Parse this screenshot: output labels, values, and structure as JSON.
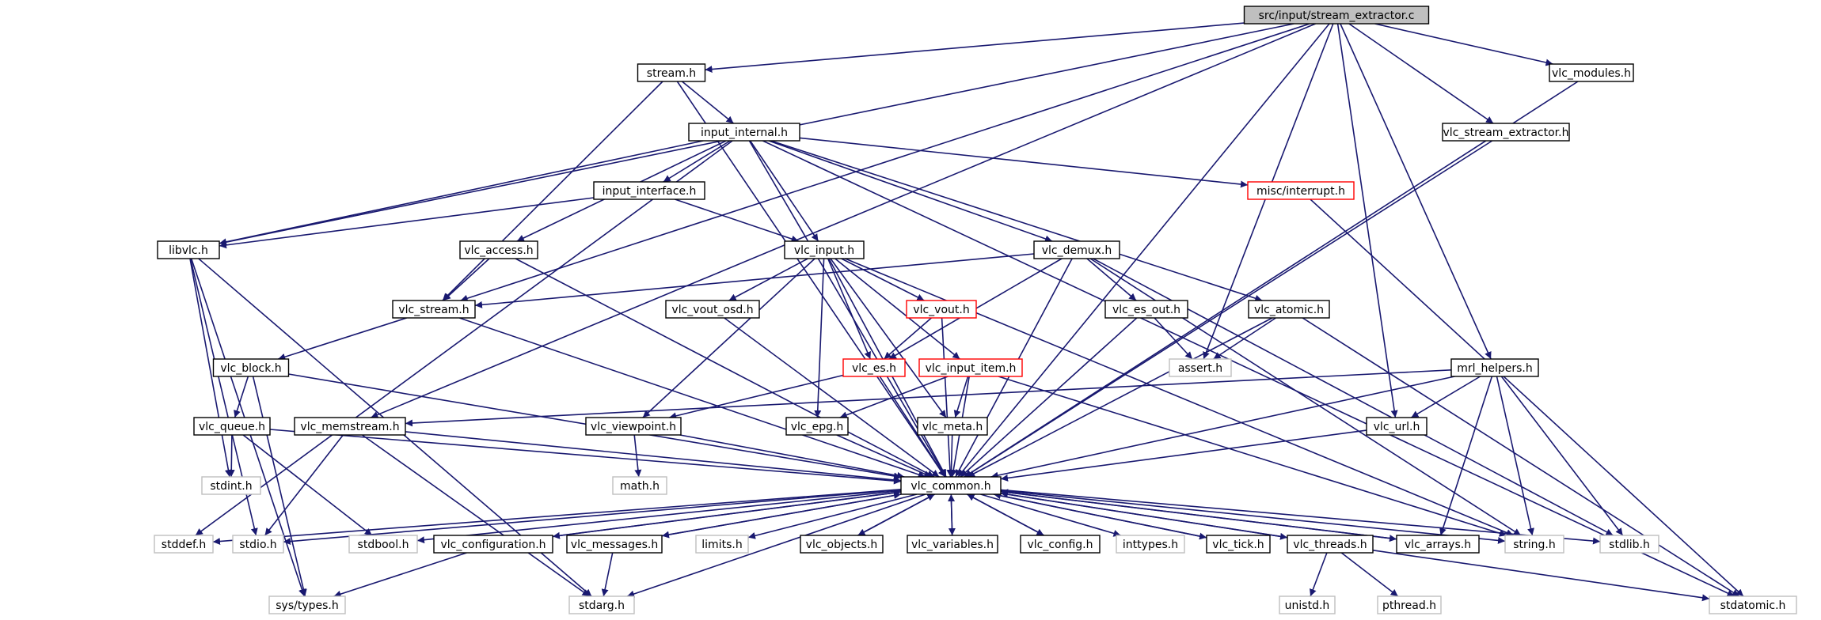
{
  "diagram": {
    "title": "src/input/stream_extractor.c",
    "nodes": [
      {
        "id": "root",
        "label": "src/input/stream_extractor.c",
        "style": "root"
      },
      {
        "id": "stream",
        "label": "stream.h",
        "style": "normal"
      },
      {
        "id": "vlc_modules",
        "label": "vlc_modules.h",
        "style": "normal"
      },
      {
        "id": "input_internal",
        "label": "input_internal.h",
        "style": "normal"
      },
      {
        "id": "vlc_stream_extractor",
        "label": "vlc_stream_extractor.h",
        "style": "normal"
      },
      {
        "id": "input_interface",
        "label": "input_interface.h",
        "style": "normal"
      },
      {
        "id": "misc_interrupt",
        "label": "misc/interrupt.h",
        "style": "missing"
      },
      {
        "id": "libvlc",
        "label": "libvlc.h",
        "style": "normal"
      },
      {
        "id": "vlc_access",
        "label": "vlc_access.h",
        "style": "normal"
      },
      {
        "id": "vlc_input",
        "label": "vlc_input.h",
        "style": "normal"
      },
      {
        "id": "vlc_demux",
        "label": "vlc_demux.h",
        "style": "normal"
      },
      {
        "id": "vlc_stream",
        "label": "vlc_stream.h",
        "style": "normal"
      },
      {
        "id": "vlc_vout_osd",
        "label": "vlc_vout_osd.h",
        "style": "normal"
      },
      {
        "id": "vlc_vout",
        "label": "vlc_vout.h",
        "style": "missing"
      },
      {
        "id": "vlc_es_out",
        "label": "vlc_es_out.h",
        "style": "normal"
      },
      {
        "id": "vlc_atomic",
        "label": "vlc_atomic.h",
        "style": "normal"
      },
      {
        "id": "vlc_block",
        "label": "vlc_block.h",
        "style": "normal"
      },
      {
        "id": "vlc_es",
        "label": "vlc_es.h",
        "style": "missing"
      },
      {
        "id": "vlc_input_item",
        "label": "vlc_input_item.h",
        "style": "missing"
      },
      {
        "id": "assert",
        "label": "assert.h",
        "style": "system"
      },
      {
        "id": "mrl_helpers",
        "label": "mrl_helpers.h",
        "style": "normal"
      },
      {
        "id": "vlc_queue",
        "label": "vlc_queue.h",
        "style": "normal"
      },
      {
        "id": "vlc_memstream",
        "label": "vlc_memstream.h",
        "style": "normal"
      },
      {
        "id": "vlc_viewpoint",
        "label": "vlc_viewpoint.h",
        "style": "normal"
      },
      {
        "id": "vlc_epg",
        "label": "vlc_epg.h",
        "style": "normal"
      },
      {
        "id": "vlc_meta",
        "label": "vlc_meta.h",
        "style": "normal"
      },
      {
        "id": "vlc_url",
        "label": "vlc_url.h",
        "style": "normal"
      },
      {
        "id": "stdint",
        "label": "stdint.h",
        "style": "system"
      },
      {
        "id": "math",
        "label": "math.h",
        "style": "system"
      },
      {
        "id": "vlc_common",
        "label": "vlc_common.h",
        "style": "normal"
      },
      {
        "id": "stddef",
        "label": "stddef.h",
        "style": "system"
      },
      {
        "id": "stdio",
        "label": "stdio.h",
        "style": "system"
      },
      {
        "id": "stdbool",
        "label": "stdbool.h",
        "style": "system"
      },
      {
        "id": "vlc_configuration",
        "label": "vlc_configuration.h",
        "style": "normal"
      },
      {
        "id": "vlc_messages",
        "label": "vlc_messages.h",
        "style": "normal"
      },
      {
        "id": "limits",
        "label": "limits.h",
        "style": "system"
      },
      {
        "id": "vlc_objects",
        "label": "vlc_objects.h",
        "style": "normal"
      },
      {
        "id": "vlc_variables",
        "label": "vlc_variables.h",
        "style": "normal"
      },
      {
        "id": "vlc_config",
        "label": "vlc_config.h",
        "style": "normal"
      },
      {
        "id": "inttypes",
        "label": "inttypes.h",
        "style": "system"
      },
      {
        "id": "vlc_tick",
        "label": "vlc_tick.h",
        "style": "normal"
      },
      {
        "id": "vlc_threads",
        "label": "vlc_threads.h",
        "style": "normal"
      },
      {
        "id": "vlc_arrays",
        "label": "vlc_arrays.h",
        "style": "normal"
      },
      {
        "id": "string",
        "label": "string.h",
        "style": "system"
      },
      {
        "id": "stdlib",
        "label": "stdlib.h",
        "style": "system"
      },
      {
        "id": "sys_types",
        "label": "sys/types.h",
        "style": "system"
      },
      {
        "id": "stdarg",
        "label": "stdarg.h",
        "style": "system"
      },
      {
        "id": "unistd",
        "label": "unistd.h",
        "style": "system"
      },
      {
        "id": "pthread",
        "label": "pthread.h",
        "style": "system"
      },
      {
        "id": "stdatomic",
        "label": "stdatomic.h",
        "style": "system"
      }
    ],
    "edges": [
      [
        "root",
        "stream"
      ],
      [
        "root",
        "vlc_modules"
      ],
      [
        "root",
        "vlc_stream_extractor"
      ],
      [
        "root",
        "libvlc"
      ],
      [
        "root",
        "vlc_stream"
      ],
      [
        "root",
        "vlc_memstream"
      ],
      [
        "root",
        "assert"
      ],
      [
        "root",
        "vlc_common"
      ],
      [
        "root",
        "vlc_url"
      ],
      [
        "root",
        "mrl_helpers"
      ],
      [
        "stream",
        "input_internal"
      ],
      [
        "stream",
        "vlc_stream"
      ],
      [
        "stream",
        "vlc_common"
      ],
      [
        "vlc_modules",
        "vlc_common"
      ],
      [
        "vlc_stream_extractor",
        "vlc_common"
      ],
      [
        "input_internal",
        "input_interface"
      ],
      [
        "input_internal",
        "misc_interrupt"
      ],
      [
        "input_internal",
        "libvlc"
      ],
      [
        "input_internal",
        "vlc_access"
      ],
      [
        "input_internal",
        "vlc_input"
      ],
      [
        "input_internal",
        "vlc_demux"
      ],
      [
        "input_internal",
        "vlc_atomic"
      ],
      [
        "input_internal",
        "vlc_common"
      ],
      [
        "input_internal",
        "stddef"
      ],
      [
        "input_internal",
        "stdatomic"
      ],
      [
        "input_interface",
        "vlc_input"
      ],
      [
        "input_interface",
        "libvlc"
      ],
      [
        "misc_interrupt",
        "stdatomic"
      ],
      [
        "libvlc",
        "stdint"
      ],
      [
        "libvlc",
        "stdio"
      ],
      [
        "libvlc",
        "stdarg"
      ],
      [
        "libvlc",
        "sys_types"
      ],
      [
        "vlc_access",
        "vlc_stream"
      ],
      [
        "vlc_access",
        "vlc_common"
      ],
      [
        "vlc_input",
        "vlc_vout_osd"
      ],
      [
        "vlc_input",
        "vlc_vout"
      ],
      [
        "vlc_input",
        "vlc_es"
      ],
      [
        "vlc_input",
        "vlc_input_item"
      ],
      [
        "vlc_input",
        "vlc_epg"
      ],
      [
        "vlc_input",
        "vlc_meta"
      ],
      [
        "vlc_input",
        "vlc_viewpoint"
      ],
      [
        "vlc_input",
        "vlc_common"
      ],
      [
        "vlc_input",
        "string"
      ],
      [
        "vlc_demux",
        "vlc_es_out"
      ],
      [
        "vlc_demux",
        "vlc_es"
      ],
      [
        "vlc_demux",
        "vlc_stream"
      ],
      [
        "vlc_demux",
        "vlc_common"
      ],
      [
        "vlc_demux",
        "stdlib"
      ],
      [
        "vlc_demux",
        "string"
      ],
      [
        "vlc_stream",
        "vlc_block"
      ],
      [
        "vlc_stream",
        "vlc_common"
      ],
      [
        "vlc_vout_osd",
        "vlc_common"
      ],
      [
        "vlc_vout",
        "vlc_es"
      ],
      [
        "vlc_vout",
        "vlc_common"
      ],
      [
        "vlc_es_out",
        "assert"
      ],
      [
        "vlc_es_out",
        "vlc_common"
      ],
      [
        "vlc_atomic",
        "assert"
      ],
      [
        "vlc_atomic",
        "stdatomic"
      ],
      [
        "vlc_atomic",
        "vlc_common"
      ],
      [
        "vlc_block",
        "vlc_queue"
      ],
      [
        "vlc_block",
        "sys_types"
      ],
      [
        "vlc_block",
        "vlc_common"
      ],
      [
        "vlc_es",
        "vlc_viewpoint"
      ],
      [
        "vlc_es",
        "vlc_common"
      ],
      [
        "vlc_input_item",
        "vlc_epg"
      ],
      [
        "vlc_input_item",
        "vlc_meta"
      ],
      [
        "vlc_input_item",
        "vlc_common"
      ],
      [
        "vlc_input_item",
        "string"
      ],
      [
        "mrl_helpers",
        "vlc_memstream"
      ],
      [
        "mrl_helpers",
        "vlc_url"
      ],
      [
        "mrl_helpers",
        "vlc_arrays"
      ],
      [
        "mrl_helpers",
        "string"
      ],
      [
        "mrl_helpers",
        "stdlib"
      ],
      [
        "mrl_helpers",
        "vlc_common"
      ],
      [
        "vlc_queue",
        "stdint"
      ],
      [
        "vlc_queue",
        "stdbool"
      ],
      [
        "vlc_queue",
        "vlc_common"
      ],
      [
        "vlc_memstream",
        "stdio"
      ],
      [
        "vlc_memstream",
        "stdarg"
      ],
      [
        "vlc_memstream",
        "vlc_common"
      ],
      [
        "vlc_viewpoint",
        "math"
      ],
      [
        "vlc_viewpoint",
        "vlc_common"
      ],
      [
        "vlc_epg",
        "vlc_common"
      ],
      [
        "vlc_meta",
        "vlc_common"
      ],
      [
        "vlc_url",
        "vlc_common"
      ],
      [
        "vlc_common",
        "stddef"
      ],
      [
        "vlc_common",
        "stdio"
      ],
      [
        "vlc_common",
        "stdbool"
      ],
      [
        "vlc_common",
        "vlc_configuration"
      ],
      [
        "vlc_common",
        "vlc_messages"
      ],
      [
        "vlc_common",
        "limits"
      ],
      [
        "vlc_common",
        "vlc_objects"
      ],
      [
        "vlc_common",
        "vlc_variables"
      ],
      [
        "vlc_common",
        "vlc_config"
      ],
      [
        "vlc_common",
        "inttypes"
      ],
      [
        "vlc_common",
        "vlc_tick"
      ],
      [
        "vlc_common",
        "vlc_threads"
      ],
      [
        "vlc_common",
        "vlc_arrays"
      ],
      [
        "vlc_common",
        "string"
      ],
      [
        "vlc_common",
        "stdlib"
      ],
      [
        "vlc_common",
        "stdarg"
      ],
      [
        "vlc_configuration",
        "sys_types"
      ],
      [
        "vlc_configuration",
        "vlc_common"
      ],
      [
        "vlc_messages",
        "stdarg"
      ],
      [
        "vlc_messages",
        "vlc_common"
      ],
      [
        "vlc_objects",
        "vlc_common"
      ],
      [
        "vlc_variables",
        "vlc_common"
      ],
      [
        "vlc_config",
        "vlc_common"
      ],
      [
        "vlc_tick",
        "vlc_common"
      ],
      [
        "vlc_threads",
        "vlc_common"
      ],
      [
        "vlc_arrays",
        "vlc_common"
      ],
      [
        "vlc_threads",
        "unistd"
      ],
      [
        "vlc_threads",
        "pthread"
      ],
      [
        "vlc_threads",
        "stdatomic"
      ]
    ]
  }
}
